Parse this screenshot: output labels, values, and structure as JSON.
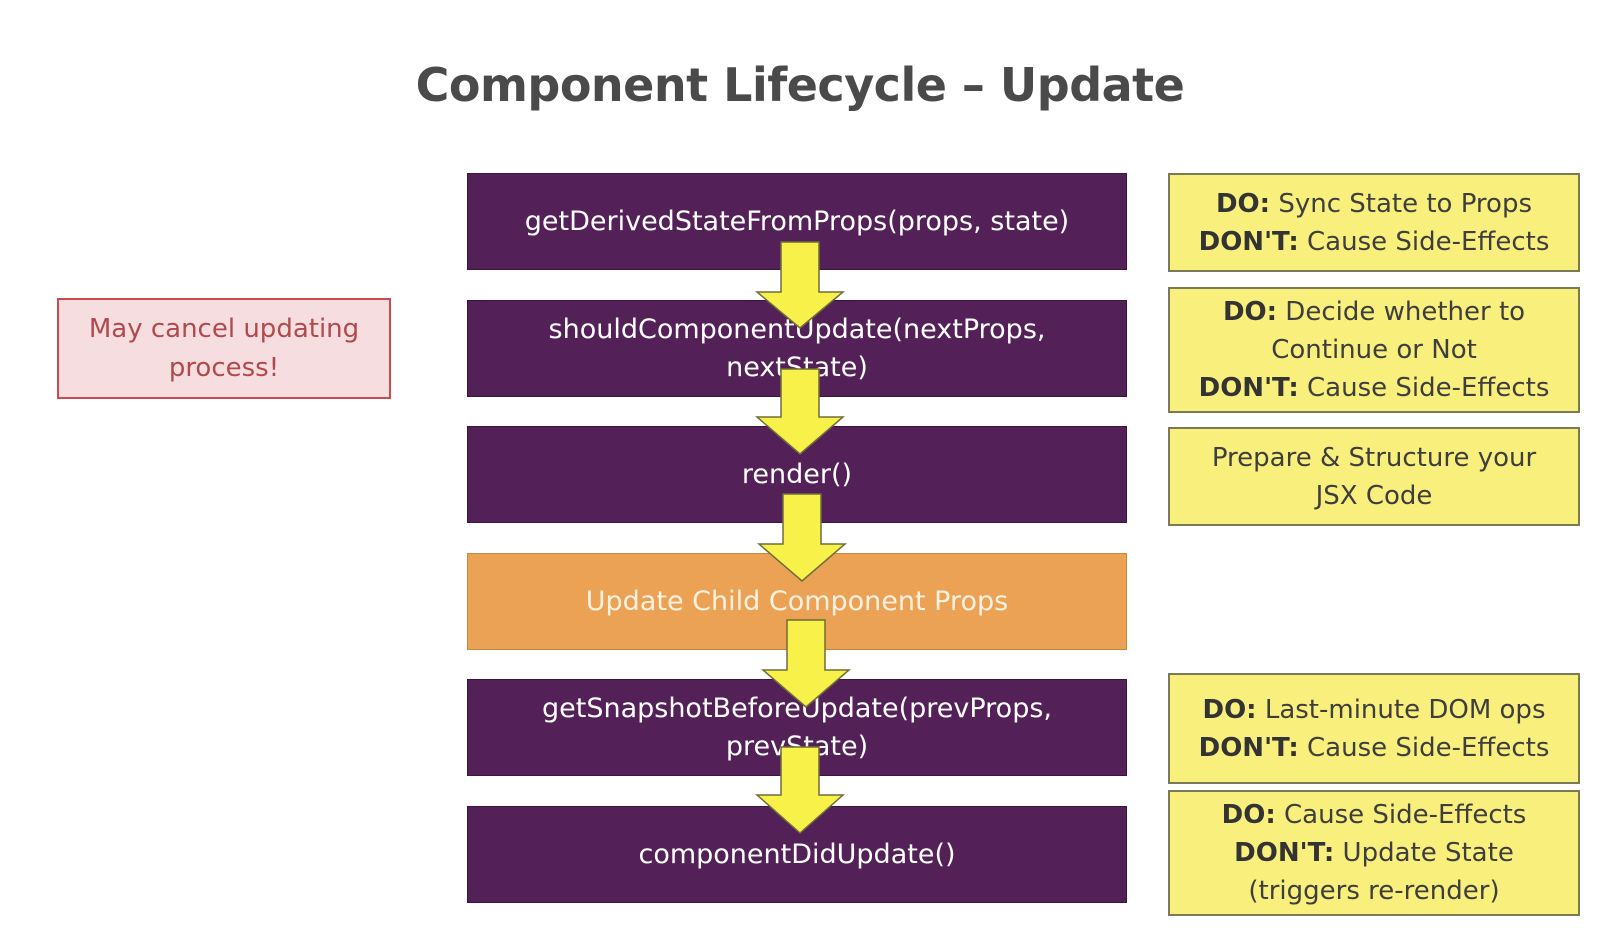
{
  "title": "Component Lifecycle – Update",
  "side_note": {
    "line1": "May cancel updating",
    "line2": "process!"
  },
  "steps": [
    {
      "line1": "getDerivedStateFromProps(props, state)",
      "line2": ""
    },
    {
      "line1": "shouldComponentUpdate(nextProps,",
      "line2": "nextState)"
    },
    {
      "line1": "render()",
      "line2": ""
    },
    {
      "line1": "Update Child Component Props",
      "line2": ""
    },
    {
      "line1": "getSnapshotBeforeUpdate(prevProps,",
      "line2": "prevState)"
    },
    {
      "line1": "componentDidUpdate()",
      "line2": ""
    }
  ],
  "notes": [
    {
      "l1_bold": "DO:",
      "l1_text": " Sync State to Props",
      "l2_bold": "DON'T:",
      "l2_text": " Cause Side-Effects"
    },
    {
      "l1_bold": "DO:",
      "l1_text": " Decide whether to",
      "l2_text": "Continue or Not",
      "l3_bold": "DON'T:",
      "l3_text": " Cause Side-Effects"
    },
    {
      "l1_text": "Prepare & Structure your",
      "l2_text": "JSX Code"
    },
    {
      "l1_bold": "DO:",
      "l1_text": " Last-minute DOM ops",
      "l2_bold": "DON'T:",
      "l2_text": " Cause Side-Effects"
    },
    {
      "l1_bold": "DO:",
      "l1_text": " Cause Side-Effects",
      "l2_bold": "DON'T:",
      "l2_text": " Update State",
      "l3_text": "(triggers re-render)"
    }
  ],
  "colors": {
    "step_fill": "#532157",
    "child_props_fill": "#eca254",
    "note_fill": "#f8ef7c",
    "arrow_fill": "#f7f14a",
    "cancel_fill": "#f6dde0",
    "cancel_border": "#c94b50"
  }
}
